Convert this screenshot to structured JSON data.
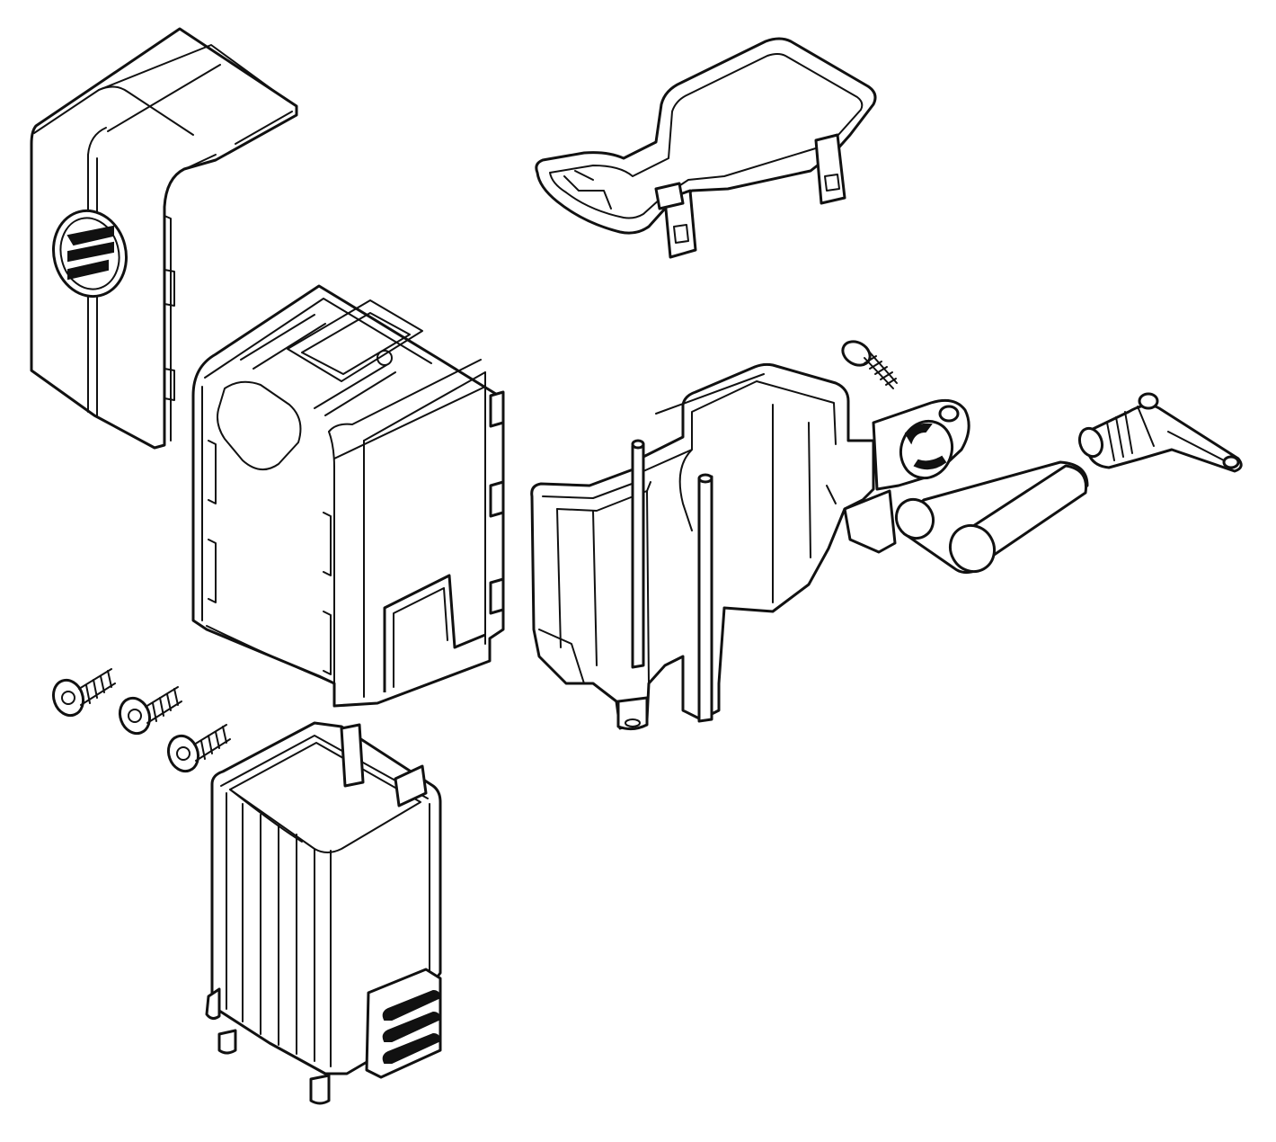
{
  "diagram": {
    "type": "exploded-parts-view",
    "background": "#ffffff",
    "line_color": "#111111",
    "parts": [
      {
        "id": "top-cover",
        "icon": "cover-shell-with-logo"
      },
      {
        "id": "frame-gasket",
        "icon": "rounded-frame-seal"
      },
      {
        "id": "main-housing",
        "icon": "housing-block"
      },
      {
        "id": "inner-bracket",
        "icon": "u-bracket-holder"
      },
      {
        "id": "screw-single",
        "icon": "screw"
      },
      {
        "id": "handle-tube",
        "icon": "cylindrical-tube"
      },
      {
        "id": "elbow-connector",
        "icon": "elbow-fitting"
      },
      {
        "id": "screw-set",
        "icon": "screw",
        "count": 3
      },
      {
        "id": "bottom-container",
        "icon": "open-box-with-grip"
      }
    ]
  }
}
